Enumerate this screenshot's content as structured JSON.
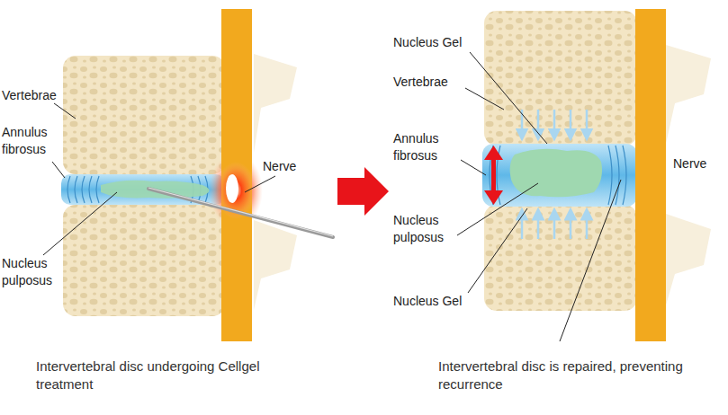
{
  "diagram": {
    "labels": [
      "Vertebrae",
      "Annulus fibrosus",
      "Nucleus pulposus",
      "Nerve",
      "Intervertebral disc undergoing Cellgel treatment",
      "Nucleus Gel",
      "Vertebrae",
      "Annulus fibrosus",
      "Nucleus pulposus",
      "Nucleus Gel",
      "Nerve",
      "Intervertebral disc is repaired, preventing recurrence"
    ]
  }
}
